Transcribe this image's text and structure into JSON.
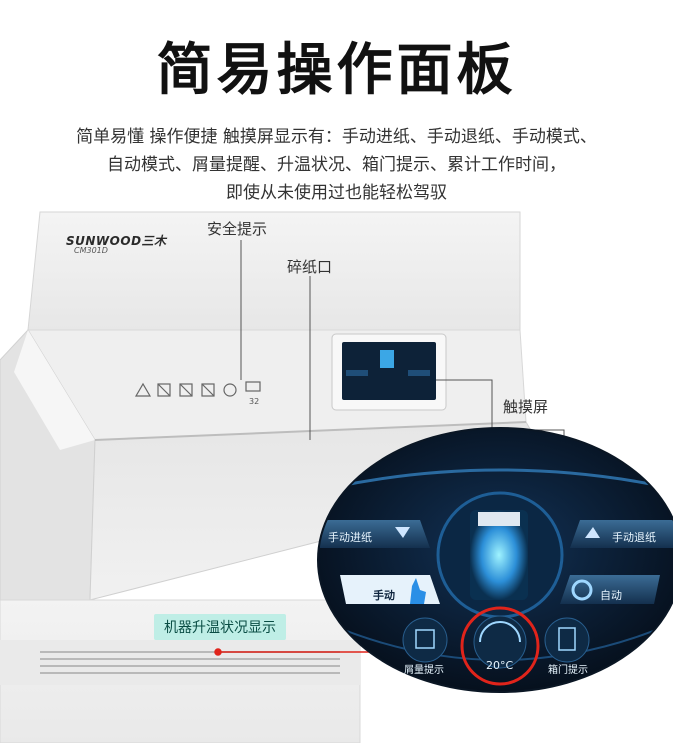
{
  "header": {
    "title": "简易操作面板",
    "desc_line1": "简单易懂 操作便捷 触摸屏显示有：手动进纸、手动退纸、手动模式、",
    "desc_line2": "自动模式、屑量提醒、升温状况、箱门提示、累计工作时间，",
    "desc_line3": "即使从未使用过也能轻松驾驭"
  },
  "machine": {
    "brand": "SUNWOOD三木",
    "model": "CM301D",
    "warning_code": "32",
    "callouts": {
      "safety": "安全提示",
      "slot": "碎纸口",
      "touch": "触摸屏",
      "temp": "机器升温状况显示"
    }
  },
  "touch_ui": {
    "manual_feed": "手动进纸",
    "manual_reverse": "手动退纸",
    "manual": "手动",
    "auto": "自动",
    "bin_reminder": "屑量提示",
    "temperature": "20°C",
    "door_reminder": "箱门提示"
  },
  "colors": {
    "accent_red": "#e0241b",
    "ui_dark": "#0b1a2c",
    "ui_glow": "#3aa7ff",
    "label_bg": "#bfeee6"
  }
}
